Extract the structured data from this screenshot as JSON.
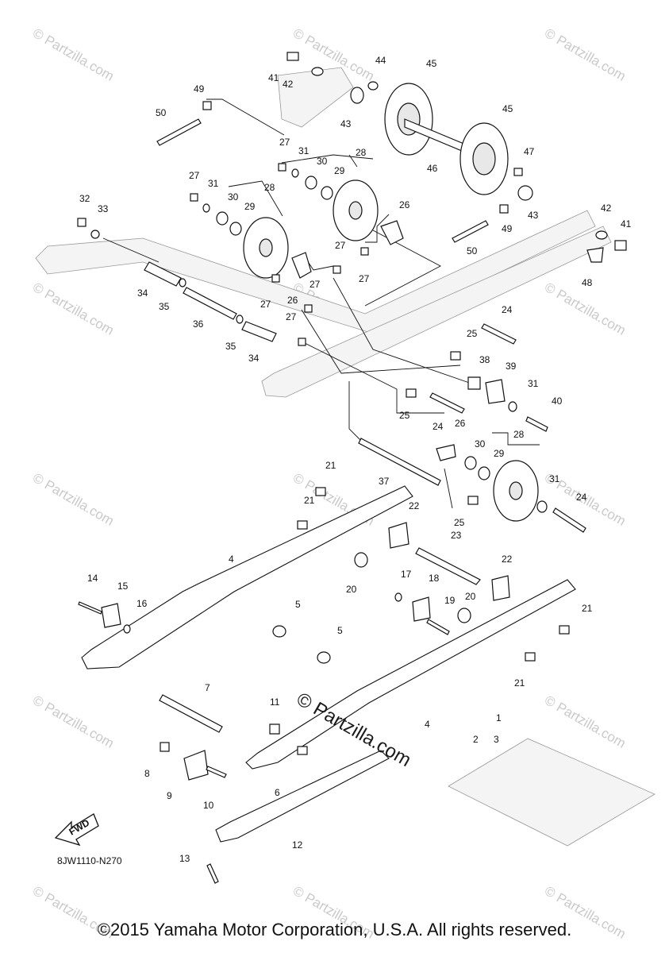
{
  "diagram_code": "8JW1110-N270",
  "fwd_label": "FWD",
  "copyright": "©2015 Yamaha Motor Corporation, U.S.A. All rights reserved.",
  "center_watermark": "© Partzilla.com",
  "watermark_text": "© Partzilla.com",
  "callouts": [
    "1",
    "2",
    "3",
    "4",
    "4",
    "5",
    "5",
    "6",
    "7",
    "8",
    "9",
    "10",
    "11",
    "12",
    "13",
    "14",
    "15",
    "16",
    "17",
    "18",
    "19",
    "20",
    "20",
    "21",
    "21",
    "21",
    "21",
    "22",
    "22",
    "23",
    "24",
    "24",
    "24",
    "25",
    "25",
    "25",
    "26",
    "26",
    "26",
    "27",
    "27",
    "27",
    "27",
    "27",
    "27",
    "27",
    "28",
    "28",
    "28",
    "29",
    "29",
    "29",
    "30",
    "30",
    "30",
    "31",
    "31",
    "31",
    "31",
    "32",
    "33",
    "34",
    "34",
    "35",
    "35",
    "36",
    "37",
    "38",
    "39",
    "40",
    "41",
    "41",
    "42",
    "42",
    "43",
    "43",
    "44",
    "45",
    "45",
    "46",
    "47",
    "48",
    "49",
    "49",
    "50",
    "50"
  ]
}
